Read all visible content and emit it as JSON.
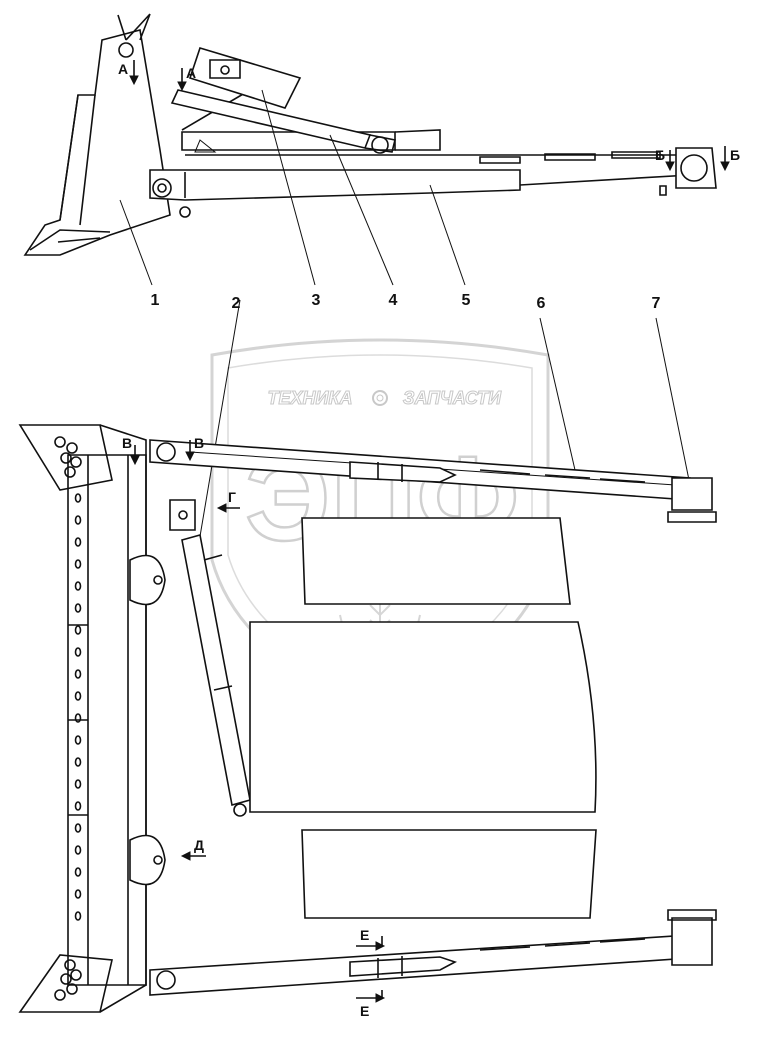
{
  "watermark": {
    "left_word": "ТЕХНИКА",
    "right_word": "ЗАПЧАСТИ",
    "logo": "ЭПФ"
  },
  "callouts": [
    "1",
    "2",
    "3",
    "4",
    "5",
    "6",
    "7"
  ],
  "section_marks": {
    "A_left": "А",
    "A_right": "А",
    "B_left": "Б",
    "B_right": "Б",
    "V_left": "В",
    "V_right": "В",
    "G": "Г",
    "D": "Д",
    "E_top": "Е",
    "E_bottom": "Е"
  }
}
